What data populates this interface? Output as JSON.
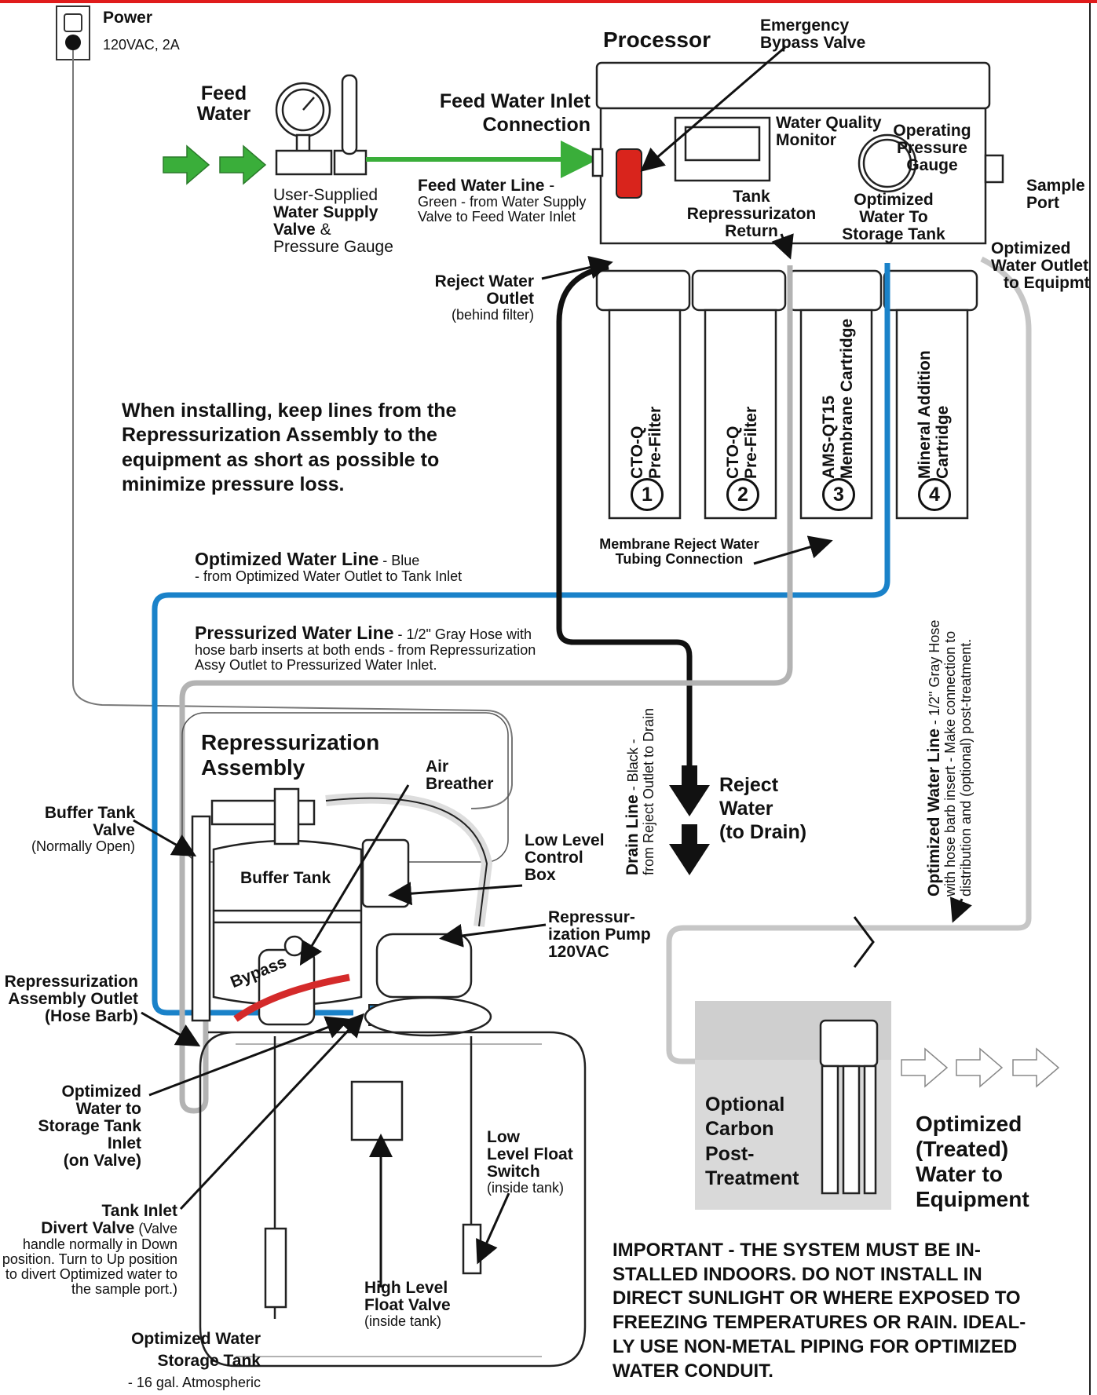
{
  "colors": {
    "feed_line": "#3aae3a",
    "optimized_line": "#1a82c9",
    "pressurized_line": "#b3b3b3",
    "drain_line": "#111111",
    "bypass": "#d42a2a",
    "valve_red": "#d9241c",
    "heading_red": "#e01b1b"
  },
  "power": {
    "label": "Power",
    "spec": "120VAC, 2A"
  },
  "feed_water": {
    "line1": "Feed",
    "line2": "Water"
  },
  "supply_valve": {
    "l1": "User-Supplied",
    "l2": "Water Supply",
    "l3": "Valve",
    "l3b": " &",
    "l4": "Pressure Gauge"
  },
  "feed_line": {
    "title": "Feed Water Line",
    "dash": " -",
    "desc1": "Green - from Water Supply",
    "desc2": "Valve to Feed Water Inlet"
  },
  "processor": {
    "title": "Processor",
    "emergency_bypass": {
      "l1": "Emergency",
      "l2": "Bypass Valve"
    },
    "feed_inlet": {
      "l1": "Feed Water Inlet",
      "l2": "Connection"
    },
    "wq_monitor": {
      "l1": "Water Quality",
      "l2": "Monitor"
    },
    "op_gauge": {
      "l1": "Operating",
      "l2": "Pressure",
      "l3": "Gauge"
    },
    "sample_port": {
      "l1": "Sample",
      "l2": "Port"
    },
    "tank_repress": {
      "l1": "Tank",
      "l2": "Repressurizaton",
      "l3": "Return"
    },
    "opt_storage": {
      "l1": "Optimized",
      "l2": "Water To",
      "l3": "Storage Tank"
    },
    "opt_outlet": {
      "l1": "Optimized",
      "l2": "Water Outlet",
      "l3": "to Equipmt"
    },
    "reject_outlet": {
      "l1": "Reject Water",
      "l2": "Outlet",
      "l3": "(behind filter)"
    },
    "membrane_reject": {
      "l1": "Membrane Reject Water",
      "l2": "Tubing Connection"
    },
    "filters": [
      {
        "num": "1",
        "l1": "CTO-Q",
        "l2": "Pre-Filter"
      },
      {
        "num": "2",
        "l1": "CTO-Q",
        "l2": "Pre-Filter"
      },
      {
        "num": "3",
        "l1": "AMS-QT15",
        "l2": "Membrane Cartridge"
      },
      {
        "num": "4",
        "l1": "Mineral Addition",
        "l2": "Cartridge"
      }
    ]
  },
  "install_note": {
    "l1": "When installing, keep lines from the",
    "l2": "Repressurization Assembly to the",
    "l3": "equipment as short as possible to",
    "l4": "minimize pressure loss."
  },
  "opt_line": {
    "title": "Optimized Water Line",
    "suffix": " - Blue",
    "desc": "- from Optimized Water Outlet to Tank Inlet"
  },
  "press_line": {
    "title": "Pressurized Water Line",
    "suffix": " - 1/2\" Gray Hose with",
    "desc1": "hose barb inserts at both ends - from Repressurization",
    "desc2": "Assy Outlet to Pressurized Water Inlet."
  },
  "drain_line": {
    "title": "Drain Line",
    "suffix": " - Black -",
    "desc": "from Reject Outlet to Drain"
  },
  "reject_water": {
    "l1": "Reject",
    "l2": "Water",
    "l3": "(to Drain)"
  },
  "opt_line_gray": {
    "title": "Optimized Water Line",
    "suffix": " - 1/2\" Gray Hose",
    "desc1": "with hose barb insert - Make connection to",
    "desc2": "distribution and (optional) post-treatment."
  },
  "repress_assembly": {
    "l1": "Repressurization",
    "l2": "Assembly",
    "air_breather": {
      "l1": "Air",
      "l2": "Breather"
    },
    "low_level_box": {
      "l1": "Low Level",
      "l2": "Control",
      "l3": "Box"
    },
    "pump": {
      "l1": "Repressur-",
      "l2": "ization Pump",
      "l3": "120VAC"
    },
    "buffer_tank": "Buffer Tank",
    "bypass": "Bypass"
  },
  "buffer_valve": {
    "l1": "Buffer Tank Valve",
    "l2": "(Normally Open)"
  },
  "assy_outlet": {
    "l1": "Repressurization",
    "l2": "Assembly Outlet",
    "l3": "(Hose Barb)"
  },
  "opt_to_storage": {
    "l1": "Optimized",
    "l2": "Water to",
    "l3": "Storage Tank Inlet",
    "l4": "(on Valve)"
  },
  "divert_valve": {
    "l1": "Tank Inlet",
    "l2": "Divert Valve",
    "l2b": " (Valve",
    "l3": "handle normally in Down",
    "l4": "position. Turn to Up position",
    "l5": "to divert Optimized water to",
    "l6": "the sample port.)"
  },
  "low_float": {
    "l1": "Low",
    "l2": "Level Float",
    "l3": "Switch",
    "l4": "(inside tank)"
  },
  "high_float": {
    "l1": "High Level",
    "l2": "Float Valve",
    "l3": "(inside tank)"
  },
  "storage_tank": {
    "l1": "Optimized Water",
    "l2": "Storage Tank",
    "l3": "- 16 gal. Atmospheric"
  },
  "carbon": {
    "l1": "Optional",
    "l2": "Carbon",
    "l3": "Post-",
    "l4": "Treatment"
  },
  "treated_water": {
    "l1": "Optimized",
    "l2": "(Treated)",
    "l3": "Water to",
    "l4": "Equipment"
  },
  "important": {
    "l1": "IMPORTANT - THE SYSTEM MUST BE IN-",
    "l2": "STALLED INDOORS.  DO NOT INSTALL IN",
    "l3": "DIRECT SUNLIGHT OR WHERE EXPOSED TO",
    "l4": "FREEZING TEMPERATURES OR RAIN. IDEAL-",
    "l5": "LY USE NON-METAL PIPING FOR OPTIMIZED",
    "l6": "WATER CONDUIT."
  }
}
